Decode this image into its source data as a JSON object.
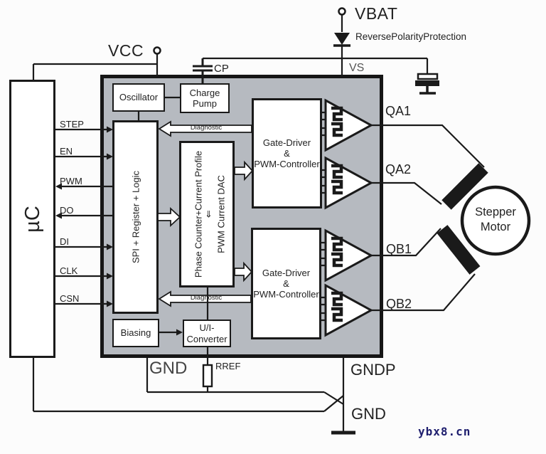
{
  "title": "Stepper motor driver IC block diagram",
  "power": {
    "vcc": "VCC",
    "vbat": "VBAT",
    "reverse_polarity": "ReversePolarityProtection",
    "vs": "VS",
    "cp": "CP"
  },
  "mcu": {
    "label": "µC"
  },
  "signals": {
    "step": "STEP",
    "en": "EN",
    "pwm": "PWM",
    "do": "DO",
    "di": "DI",
    "clk": "CLK",
    "csn": "CSN"
  },
  "blocks": {
    "oscillator": "Oscillator",
    "charge_pump": "Charge\nPump",
    "spi": "SPI + Register + Logic",
    "phase_line1": "Phase Counter+Current Profile",
    "phase_arrow": "⇓",
    "phase_line2": "PWM Current DAC",
    "gate_driver_a": "Gate-Driver\n&\nPWM-Controller",
    "gate_driver_b": "Gate-Driver\n&\nPWM-Controller",
    "biasing": "Biasing",
    "ui_converter": "U/I-\nConverter",
    "diagnostic": "Diagnostic"
  },
  "outputs": {
    "qa1": "QA1",
    "qa2": "QA2",
    "qb1": "QB1",
    "qb2": "QB2"
  },
  "ground": {
    "gnd": "GND",
    "rref": "RREF",
    "gndp": "GNDP",
    "gnd2": "GND"
  },
  "motor": {
    "label": "Stepper\nMotor"
  },
  "watermark": "ybx8.cn",
  "colors": {
    "ic_block_fill": "#b6bac0",
    "line": "#1a1a1a",
    "box_fill": "#ffffff",
    "watermark": "#1e1e6e"
  }
}
